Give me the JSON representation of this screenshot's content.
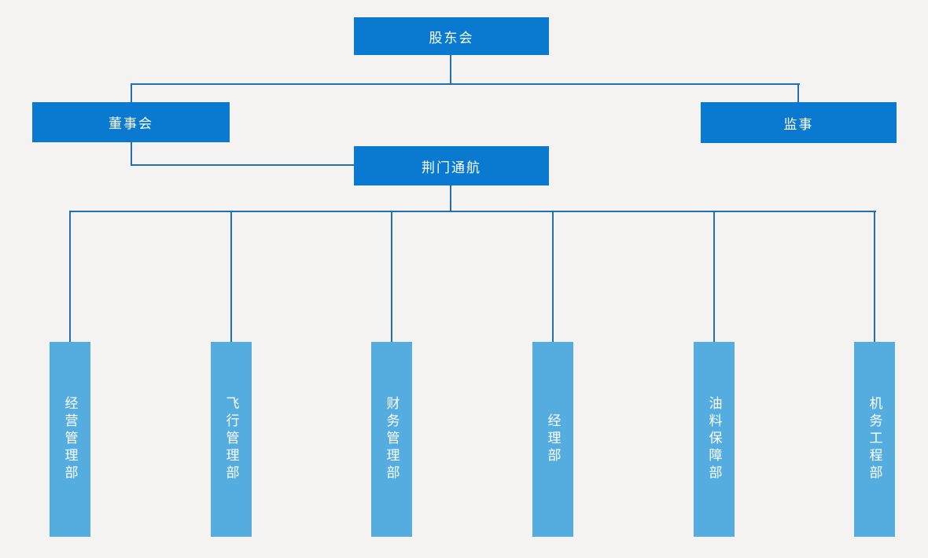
{
  "colors": {
    "background": "#f4f3f1",
    "primary": "#0a7ad0",
    "secondary": "#55acdf",
    "connector": "#2470ad",
    "node_text": "#ffffff"
  },
  "nodes": {
    "shareholders": {
      "label": "股东会"
    },
    "board": {
      "label": "董事会"
    },
    "supervisor": {
      "label": "监事"
    },
    "company": {
      "label": "荆门通航"
    }
  },
  "departments": [
    {
      "label": "经营管理部"
    },
    {
      "label": "飞行管理部"
    },
    {
      "label": "财务管理部"
    },
    {
      "label": "经理部"
    },
    {
      "label": "油料保障部"
    },
    {
      "label": "机务工程部"
    }
  ]
}
